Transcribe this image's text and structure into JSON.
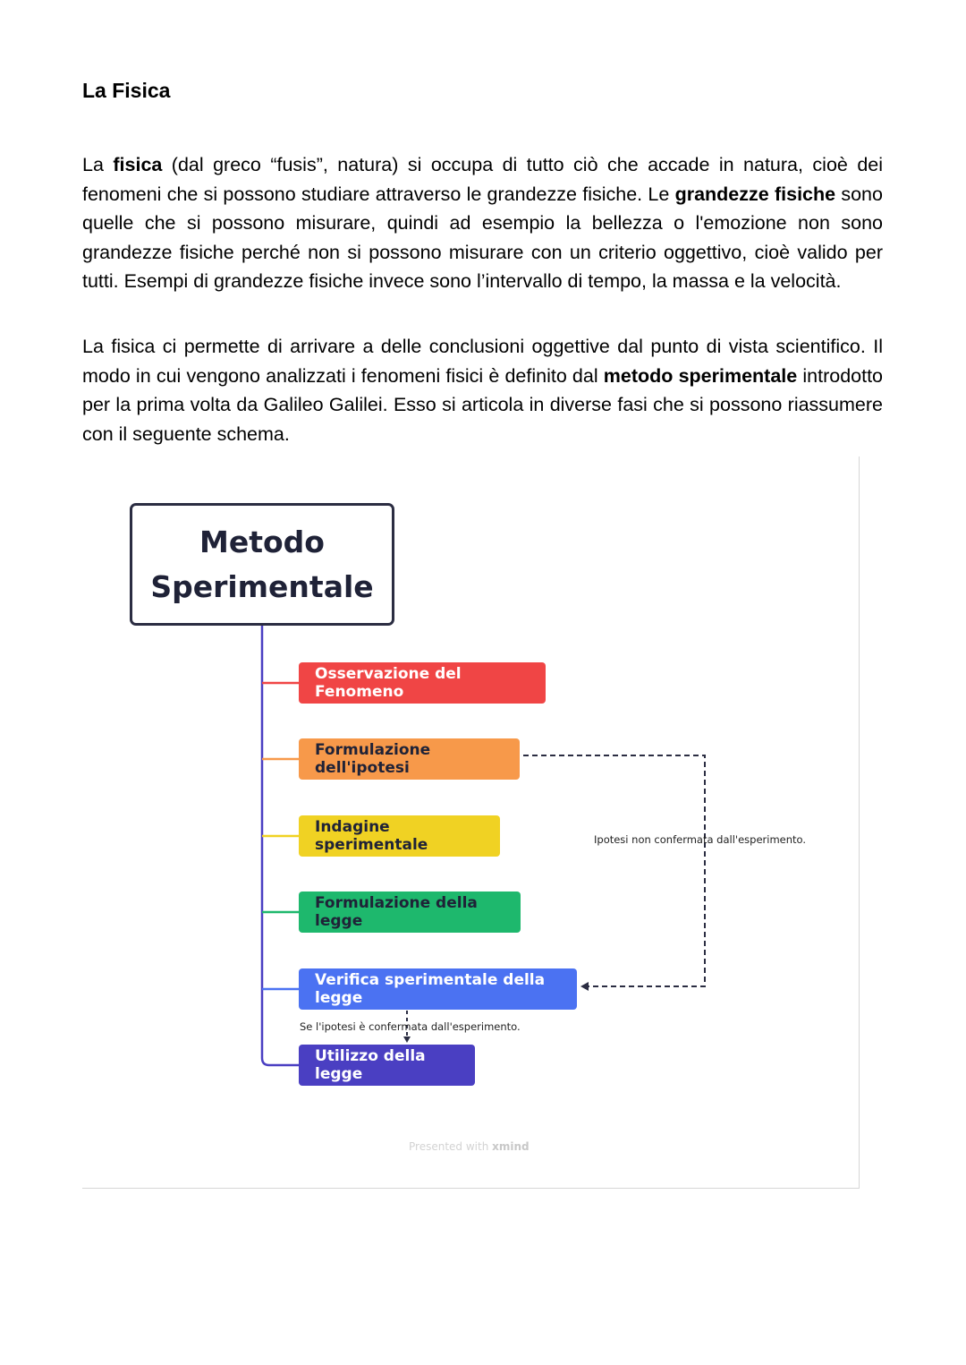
{
  "title": "La Fisica",
  "paragraph1": [
    {
      "text": "La ",
      "bold": false
    },
    {
      "text": "fisica",
      "bold": true
    },
    {
      "text": " (dal greco “fusis”, natura) si occupa di tutto ciò che accade in natura, cioè dei fenomeni che si possono studiare attraverso le grandezze fisiche. Le ",
      "bold": false
    },
    {
      "text": "grandezze fisiche",
      "bold": true
    },
    {
      "text": " sono quelle che si possono misurare, quindi ad esempio la bellezza o l'emozione non sono grandezze fisiche perché non si possono misurare con un criterio oggettivo, cioè valido per tutti. Esempi di grandezze fisiche invece sono l’intervallo di tempo, la massa e la velocità.",
      "bold": false
    }
  ],
  "paragraph2": [
    {
      "text": "La fisica ci permette di arrivare a delle conclusioni oggettive dal punto di vista scientifico. Il modo in cui vengono analizzati i fenomeni fisici è definito dal ",
      "bold": false
    },
    {
      "text": "metodo sperimentale",
      "bold": true
    },
    {
      "text": " introdotto per la prima volta da Galileo Galilei. Esso si articola in diverse fasi che si possono riassumere con il seguente schema.",
      "bold": false
    }
  ],
  "diagram": {
    "root": {
      "line1": "Metodo",
      "line2": "Sperimentale"
    },
    "steps": [
      {
        "label": "Osservazione del Fenomeno",
        "color": "#f04545"
      },
      {
        "label": "Formulazione dell'ipotesi",
        "color": "#f7994a"
      },
      {
        "label": "Indagine sperimentale",
        "color": "#f0d223"
      },
      {
        "label": "Formulazione della legge",
        "color": "#1eb86d"
      },
      {
        "label": "Verifica sperimentale della legge",
        "color": "#4b72f2"
      },
      {
        "label": "Utilizzo della legge",
        "color": "#4a3fc2"
      }
    ],
    "loop_note": "Ipotesi non confermata dall'esperimento.",
    "confirm_note": "Se l'ipotesi è confermata dall'esperimento.",
    "watermark_prefix": "Presented with",
    "watermark_brand": "xmind"
  }
}
